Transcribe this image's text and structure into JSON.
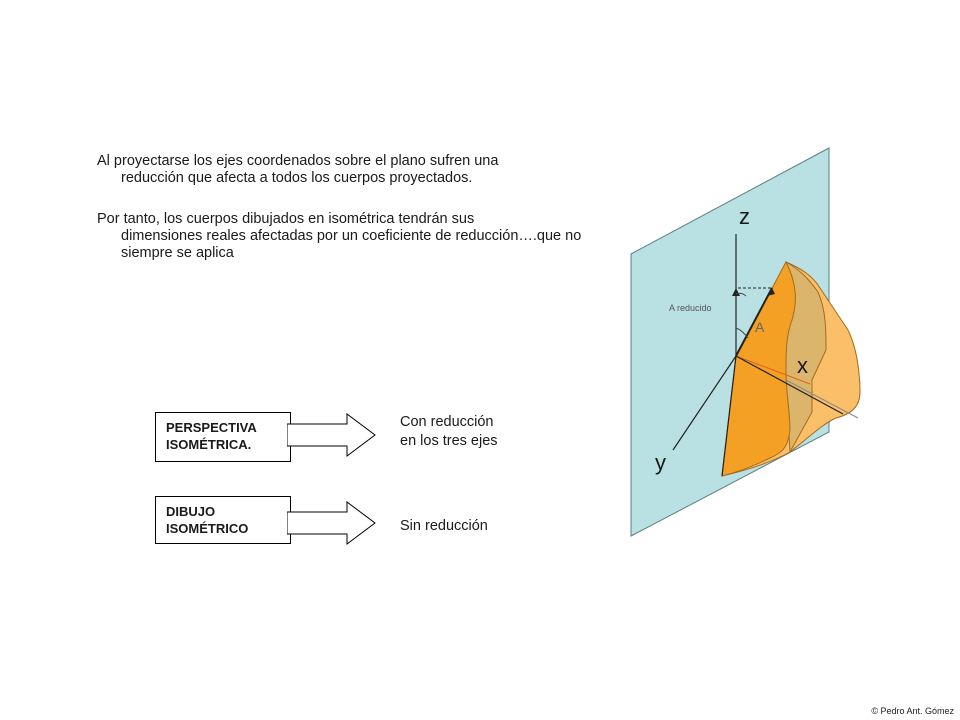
{
  "intro": {
    "para1_line1": "Al proyectarse los ejes coordenados sobre el plano sufren una",
    "para1_rest": "reducción que afecta a todos los cuerpos proyectados.",
    "para2_line1": "Por tanto, los cuerpos dibujados en  isométrica tendrán sus",
    "para2_rest": "dimensiones reales afectadas por un coeficiente de reducción….que no siempre se aplica"
  },
  "boxes": {
    "perspectiva_line1": "PERSPECTIVA",
    "perspectiva_line2": "ISOMÉTRICA.",
    "dibujo_line1": "DIBUJO",
    "dibujo_line2": "ISOMÉTRICO"
  },
  "results": {
    "perspectiva_line1": "Con reducción",
    "perspectiva_line2": "en los tres ejes",
    "dibujo": "Sin reducción"
  },
  "diagram": {
    "axis_z": "z",
    "axis_x": "x",
    "axis_y": "y",
    "angle": "A",
    "reduced": "A reducido",
    "colors": {
      "plane": "#b9e0e3",
      "body_dark": "#f4a024",
      "body_light": "#fbbf6a",
      "body_shadow": "#dcb56c"
    }
  },
  "footer": {
    "copyright": "© Pedro Ant. Gómez"
  }
}
